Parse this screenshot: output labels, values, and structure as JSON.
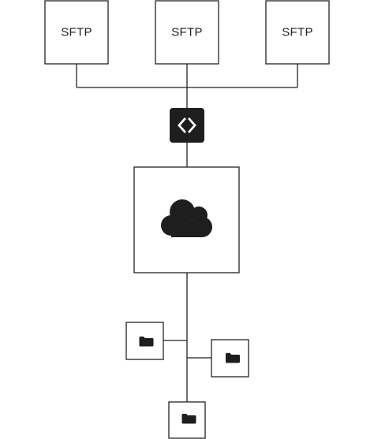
{
  "diagram": {
    "sftp_nodes": [
      {
        "label": "SFTP"
      },
      {
        "label": "SFTP"
      },
      {
        "label": "SFTP"
      }
    ],
    "gateway": {
      "icon": "code-diamond-icon"
    },
    "cloud": {
      "icon": "cloud-icon"
    },
    "folders": [
      {
        "icon": "folder-icon"
      },
      {
        "icon": "folder-icon"
      },
      {
        "icon": "folder-icon"
      }
    ],
    "colors": {
      "line": "#222222",
      "gateway_fill": "#1e1e1e",
      "icon_fill": "#1e1e1e",
      "background": "#ffffff"
    }
  }
}
